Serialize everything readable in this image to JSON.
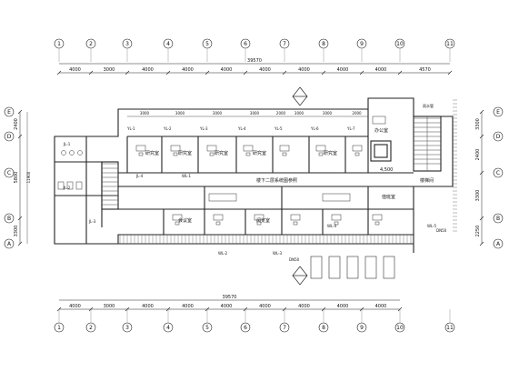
{
  "grid": {
    "columns": [
      "1",
      "2",
      "3",
      "4",
      "5",
      "6",
      "7",
      "8",
      "9",
      "10",
      "11"
    ],
    "rows": [
      "A",
      "B",
      "C",
      "D",
      "E"
    ]
  },
  "dims": {
    "top_spans": [
      "4000",
      "3000",
      "4000",
      "4000",
      "4000",
      "4000",
      "4000",
      "4000",
      "4000",
      "4570"
    ],
    "top_total": "39570",
    "bottom_spans": [
      "4000",
      "3000",
      "4000",
      "4000",
      "4000",
      "4000",
      "4000",
      "4000",
      "4000"
    ],
    "bottom_total": "39570",
    "upper_spans": [
      "3000",
      "3000",
      "3000",
      "3000",
      "2000",
      "3000",
      "3000",
      "2000"
    ],
    "left_spans": [
      "2400",
      "5800",
      "3300"
    ],
    "left_total": "11900",
    "right_spans": [
      "3300",
      "2400",
      "3300",
      "2250"
    ],
    "stair_width": "4,500"
  },
  "rooms": {
    "office": "办公室",
    "study_a": "研究室",
    "study_b": "研究室",
    "study_c": "研究室",
    "study_d": "研究室",
    "study_e": "研究室",
    "meeting": "会议室",
    "reading": "阅览室",
    "corridor_note": "楼下二层系统图参照",
    "duty": "值班室",
    "stair_hall": "楼梯间"
  },
  "tags": {
    "unit_labels": [
      "YL-1",
      "YL-2",
      "YL-3",
      "YL-4",
      "YL-5",
      "YL-6",
      "YL-7"
    ],
    "pipe_labels": [
      "JL-1",
      "JL-2",
      "JL-3",
      "JL-4",
      "WL-1",
      "WL-2",
      "WL-3",
      "WL-4",
      "WL-5"
    ],
    "dn": "DN50",
    "rooflabel": "雨水管"
  },
  "colors": {
    "line": "#222222",
    "grid": "#777777"
  }
}
